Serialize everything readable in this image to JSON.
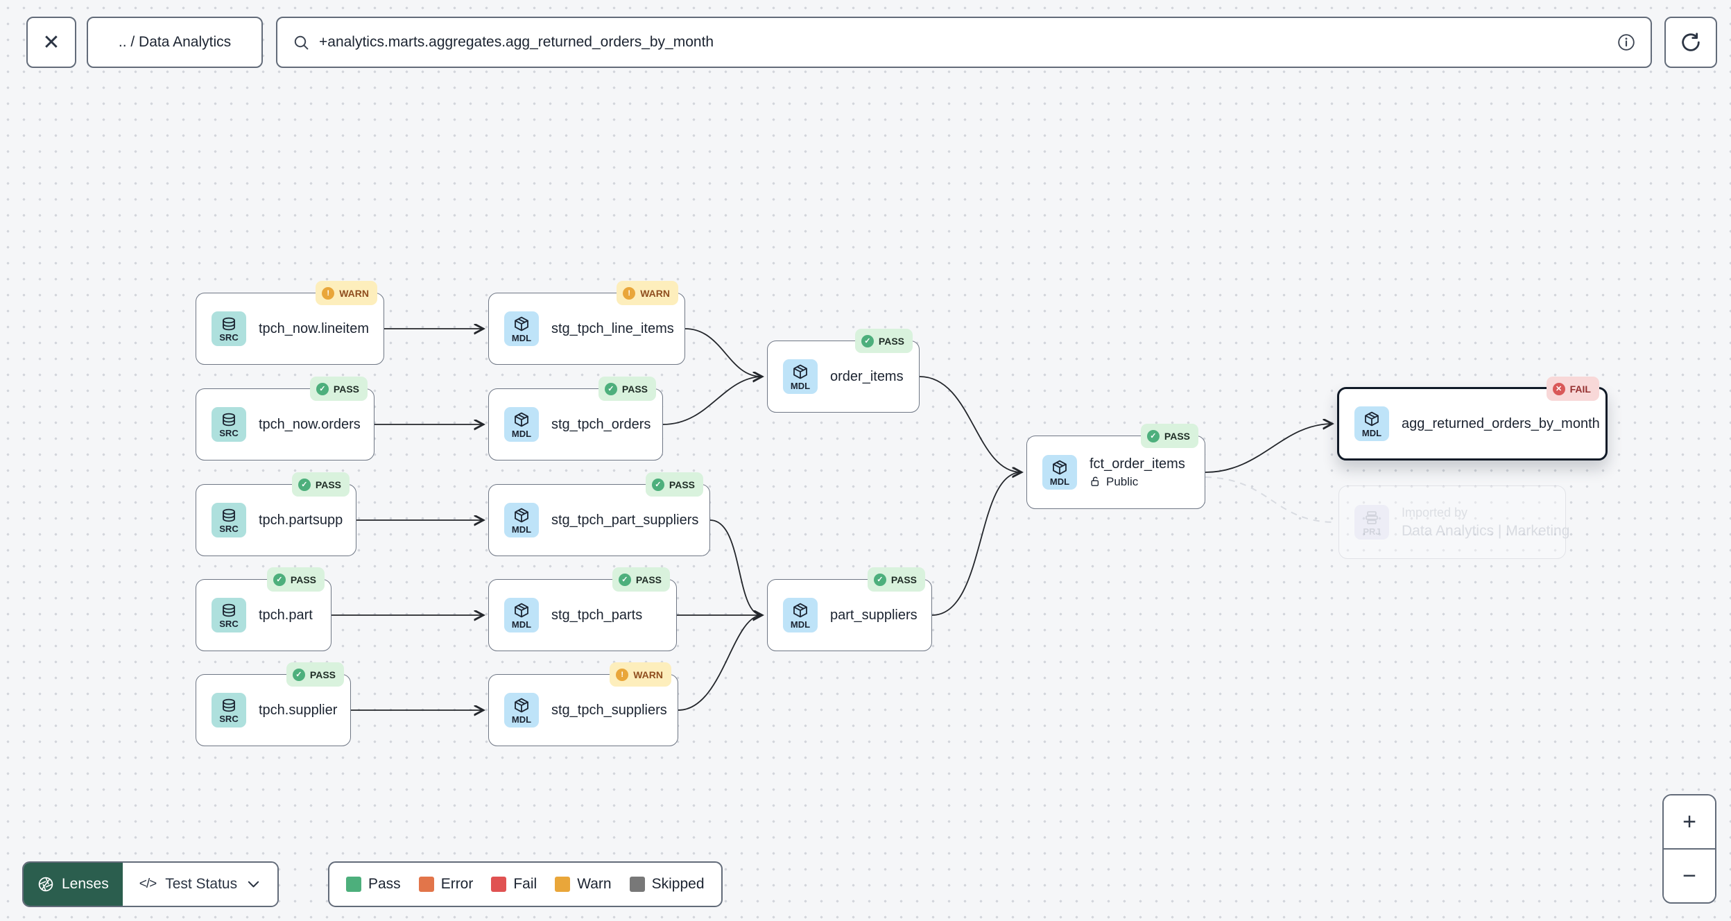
{
  "toolbar": {
    "close_glyph": "✕",
    "breadcrumb": ".. / Data Analytics",
    "search_value": "+analytics.marts.aggregates.agg_returned_orders_by_month"
  },
  "icons": {
    "pass": "✓",
    "warn": "!",
    "fail": "✕",
    "code": "</>"
  },
  "nodes": [
    {
      "type": "SRC",
      "label": "tpch_now.lineitem",
      "badge": "WARN"
    },
    {
      "type": "MDL",
      "label": "stg_tpch_line_items",
      "badge": "WARN"
    },
    {
      "type": "SRC",
      "label": "tpch_now.orders",
      "badge": "PASS"
    },
    {
      "type": "MDL",
      "label": "stg_tpch_orders",
      "badge": "PASS"
    },
    {
      "type": "MDL",
      "label": "order_items",
      "badge": "PASS"
    },
    {
      "type": "SRC",
      "label": "tpch.partsupp",
      "badge": "PASS"
    },
    {
      "type": "MDL",
      "label": "stg_tpch_part_suppliers",
      "badge": "PASS"
    },
    {
      "type": "SRC",
      "label": "tpch.part",
      "badge": "PASS"
    },
    {
      "type": "MDL",
      "label": "stg_tpch_parts",
      "badge": "PASS"
    },
    {
      "type": "MDL",
      "label": "part_suppliers",
      "badge": "PASS"
    },
    {
      "type": "SRC",
      "label": "tpch.supplier",
      "badge": "PASS"
    },
    {
      "type": "MDL",
      "label": "stg_tpch_suppliers",
      "badge": "WARN"
    },
    {
      "type": "MDL",
      "label": "fct_order_items",
      "badge": "PASS",
      "sublabel": "Public"
    },
    {
      "type": "MDL",
      "label": "agg_returned_orders_by_month",
      "badge": "FAIL",
      "selected": true
    },
    {
      "type": "PRJ",
      "label_line1": "Imported by",
      "label_line2": "Data Analytics | Marketing",
      "faded": true
    }
  ],
  "controls": {
    "lenses_label": "Lenses",
    "lens_selected": "Test Status",
    "zoom_in": "+",
    "zoom_out": "−"
  },
  "legend": {
    "items": [
      {
        "label": "Pass",
        "color": "#4daf7c"
      },
      {
        "label": "Error",
        "color": "#e2754a"
      },
      {
        "label": "Fail",
        "color": "#e05252"
      },
      {
        "label": "Warn",
        "color": "#e9a63a"
      },
      {
        "label": "Skipped",
        "color": "#787878"
      }
    ]
  },
  "colors": {
    "pass_badge_bg": "#d9f2dd",
    "warn_badge_bg": "#fdeebc",
    "fail_badge_bg": "#f8d8d8",
    "src_chip": "#aee0dd",
    "mdl_chip": "#bee3f8",
    "prj_chip": "#e4e4f4",
    "lenses_green": "#2b5e4e",
    "edge": "#23262b",
    "background": "#f5f6f8"
  }
}
